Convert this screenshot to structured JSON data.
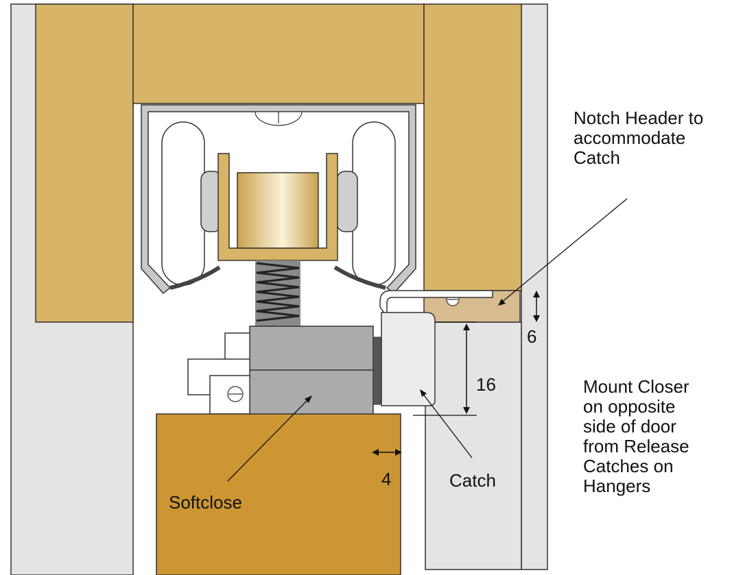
{
  "labels": {
    "notch": [
      "Notch Header to",
      "accommodate",
      "Catch"
    ],
    "mount": [
      "Mount Closer",
      "on opposite",
      "side of door",
      "from Release",
      "Catches on",
      "Hangers"
    ],
    "softclose": "Softclose",
    "catch": "Catch",
    "dim_6": "6",
    "dim_16": "16",
    "dim_4": "4"
  },
  "colors": {
    "header_wood": "#D8B468",
    "door_wood": "#CC9633",
    "notch_wood": "#D6BC8E",
    "wall_grey": "#E4E4E4",
    "track_metal": "#C8C8C8",
    "softclose_grey": "#ABABAB",
    "brass": "#E2C67E"
  }
}
